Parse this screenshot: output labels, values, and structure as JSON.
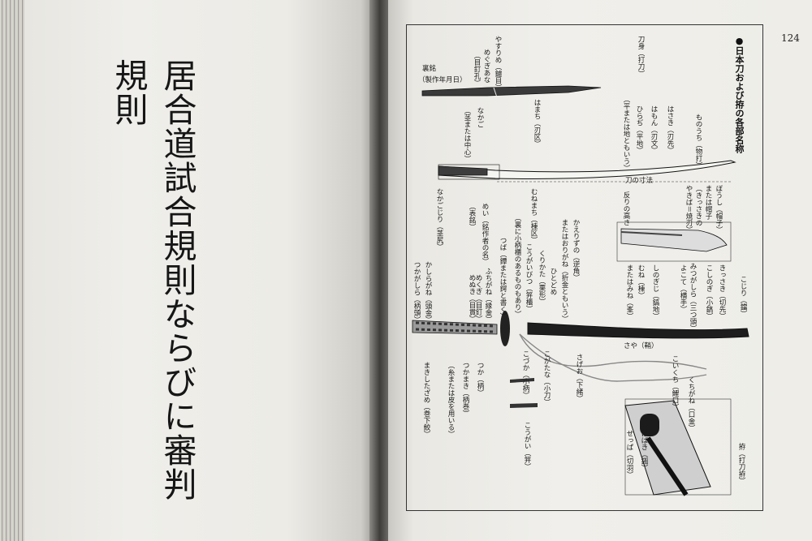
{
  "left_page": {
    "title": "居合道試合規則ならびに審判規則"
  },
  "right_page": {
    "page_number": "124",
    "section_title": "●日本刀および拵の各部名称",
    "labels": {
      "uramei": "裏銘",
      "seisaku": "（製作年月日）",
      "yasurime": "やすりめ（鑢目）",
      "megugiana": "めぐぎあな",
      "megugiana_sub": "（目釘孔）",
      "toshin": "刀身（打刀）",
      "monouchi": "ものうち（物打）",
      "hasaki": "はさき（刃先）",
      "hamon": "はもん（刃文）",
      "hiraji": "ひらぢ（平地）",
      "hiraji_sub": "（平または地ともいう）",
      "hamachi": "はまち（刃区）",
      "nakago": "なかご",
      "nakago_sub": "（茎または中心）",
      "nakagojiri": "なかごじり（茎尻）",
      "mei": "めい（銘作者の名）",
      "omotemei": "（表銘）",
      "munemachi": "むねまち（棟区）",
      "katana_sunpo": "刀の寸法",
      "sori": "反りの高さ",
      "boshi": "ぼうし（帽子）",
      "boshi_sub": "または帽子",
      "kissaki_sub": "（きっさきの",
      "yakiba_sub": "やきば＝焼刃）",
      "kissaki": "きっさき（切先）",
      "koshinogi": "こしのぎ（小鎬）",
      "mitsugashira": "みつがしら（三つ頭）",
      "yokote": "よこて（横手）",
      "shinogiji": "しのぎじ（鎬地）",
      "mune": "むね（棟）",
      "mune_sub": "またはみね（峯）",
      "kojiri": "こじり（鐺）",
      "kaerizuno": "かえりずの（逆角）",
      "kaerizuno_sub": "またはおりがね（折金ともいう）",
      "hitodome": "ひとどめ",
      "kurikata": "くりかた（栗形）",
      "kogaibitsu": "こうがいびつ（笄櫃）",
      "kogaibitsu_sub": "（裏に小柄櫃のあるものもあり）",
      "tsuba": "つば（鐔または鍔と書く）",
      "fuchigane": "ふちがね（縁金）",
      "menuki": "めぬき（目貫）",
      "mekugi": "めくぎ（目釘）",
      "kashiragane": "かしらがね（頭金）",
      "tsukagashira": "つかがしら（柄頭）",
      "saya": "さや（鞘）",
      "kozuka": "こづか（小柄）",
      "kogatana": "こがたな（小刀）",
      "sageo": "さげお（下緒）",
      "tsuka": "つか（柄）",
      "tsukamaki": "つかまき（柄巻）",
      "tsukamaki_sub": "（糸または皮を用いる）",
      "makishitazame": "まきしたざめ（巻下鮫）",
      "kogai": "こうがい（笄）",
      "koiguchi": "こいくち（鯉口）",
      "kuchigane": "くちがね（口金）",
      "habaki": "はばき（鎺）",
      "seppa": "せっぱ（切羽）",
      "koshirae": "拵（打刀拵）"
    }
  }
}
